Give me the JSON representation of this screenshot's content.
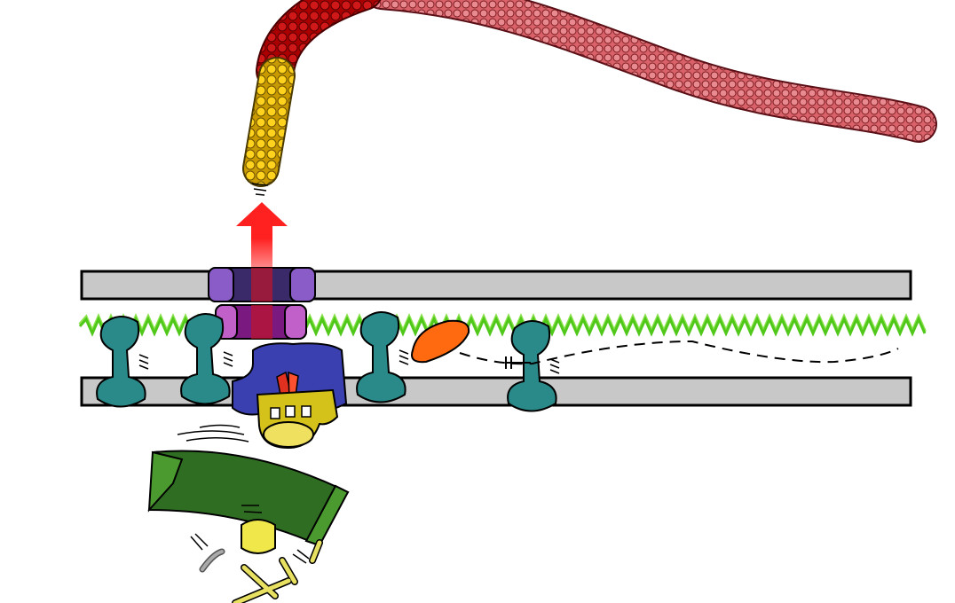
{
  "diagram": {
    "colors": {
      "membrane": "#c8c8c8",
      "peptidoglycan": "#7ee03a",
      "filament": "#d9626a",
      "hook_red": "#c0141c",
      "rod_yellow": "#f5c518",
      "export_arrow": "#ff2020",
      "l_ring": "#8a5cc8",
      "p_ring": "#b04ab8",
      "ms_ring": "#3a40b0",
      "c_ring": "#2f6e22",
      "stator": "#2a8a8a",
      "export_atpase": "#d4c21a",
      "orange_protein": "#ff6a10"
    },
    "icons": [
      "flagellar-filament",
      "hook",
      "rod",
      "export-arrow",
      "l-ring",
      "p-ring",
      "ms-ring",
      "c-ring",
      "stator-protein",
      "export-apparatus"
    ]
  }
}
